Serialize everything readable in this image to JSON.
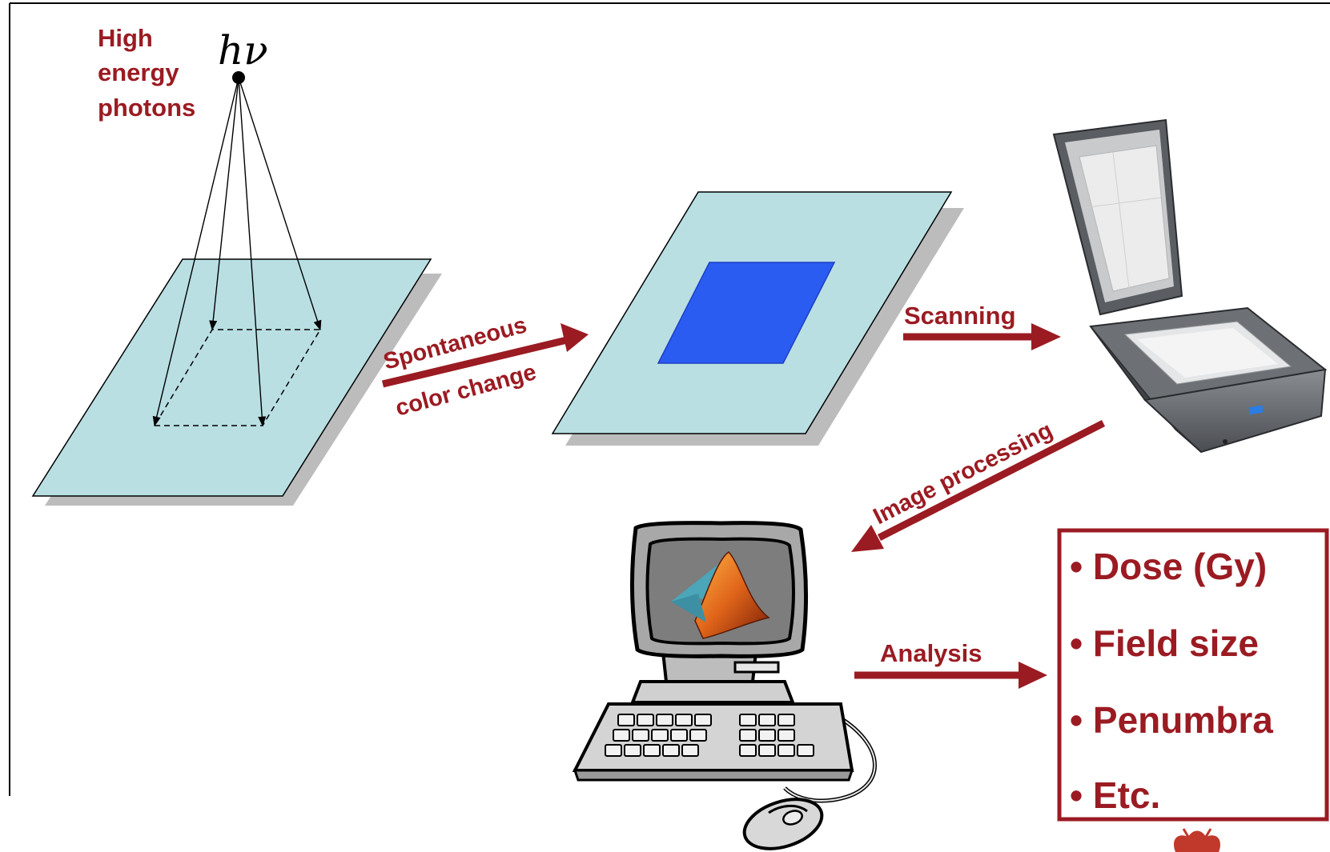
{
  "photon_label": [
    "High",
    "energy",
    "photons"
  ],
  "photon_symbol": "hν",
  "step_labels": {
    "color_change_line1": "Spontaneous",
    "color_change_line2": "color change",
    "scanning": "Scanning",
    "image_processing": "Image processing",
    "analysis": "Analysis"
  },
  "results": [
    "• Dose (Gy)",
    "• Field size",
    "• Penumbra",
    "• Etc."
  ],
  "colors": {
    "accent": "#9b1b22",
    "film": "#b9dfe3",
    "exposed_field": "#2b5cf2",
    "shadow": "#bcbcbc"
  },
  "icons": [
    "film-sheet",
    "exposed-film",
    "flatbed-scanner-icon",
    "computer-icon",
    "matlab-logo-icon"
  ]
}
